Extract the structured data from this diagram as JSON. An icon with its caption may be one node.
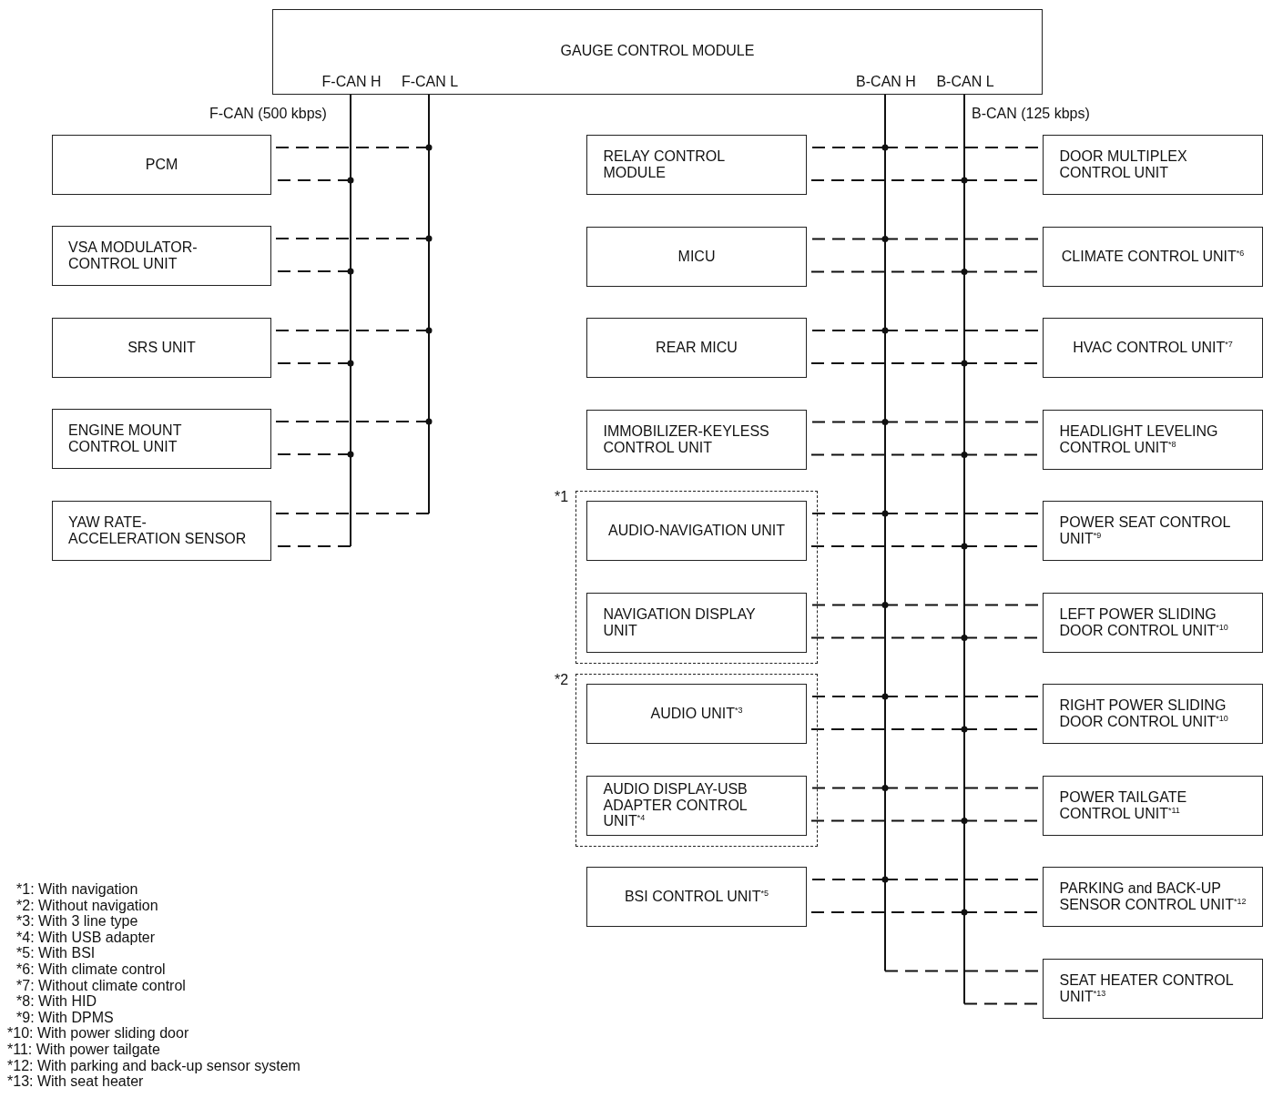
{
  "diagram": {
    "nodes": [
      {
        "text": [
          "GAUGE CONTROL MODULE",
          "F-CAN H",
          "F-CAN L",
          "B-CAN H",
          "B-CAN L"
        ]
      },
      {
        "text": [
          "PCM"
        ]
      },
      {
        "text": [
          "VSA MODULATOR-CONTROL UNIT"
        ]
      },
      {
        "text": [
          "SRS UNIT"
        ]
      },
      {
        "text": [
          "ENGINE MOUNT CONTROL UNIT"
        ]
      },
      {
        "text": [
          "YAW RATE-ACCELERATION SENSOR"
        ]
      },
      {
        "text": [
          "RELAY CONTROL MODULE"
        ]
      },
      {
        "text": [
          "MICU"
        ]
      },
      {
        "text": [
          "REAR MICU"
        ]
      },
      {
        "text": [
          "IMMOBILIZER-KEYLESS CONTROL UNIT"
        ]
      },
      {
        "text": [
          "*1"
        ]
      },
      {
        "text": [
          "AUDIO-NAVIGATION UNIT"
        ],
        "in": 10
      },
      {
        "text": [
          "NAVIGATION DISPLAY UNIT"
        ],
        "in": 10
      },
      {
        "text": [
          "*2"
        ]
      },
      {
        "text": [
          "AUDIO UNIT$^{*3}$"
        ],
        "in": 13
      },
      {
        "text": [
          "AUDIO DISPLAY-USB ADAPTER CONTROL UNIT$^{*4}$"
        ],
        "in": 13
      },
      {
        "text": [
          "BSI CONTROL UNIT$^{*5}$"
        ]
      },
      {
        "text": [
          "DOOR MULTIPLEX CONTROL UNIT"
        ]
      },
      {
        "text": [
          "CLIMATE CONTROL UNIT$^{*6}$"
        ]
      },
      {
        "text": [
          "HVAC CONTROL UNIT$^{*7}$"
        ]
      },
      {
        "text": [
          "HEADLIGHT LEVELING CONTROL UNIT$^{*8}$"
        ]
      },
      {
        "text": [
          "POWER SEAT CONTROL UNIT$^{*9}$"
        ]
      },
      {
        "text": [
          "LEFT POWER SLIDING DOOR CONTROL UNIT$^{*10}$"
        ]
      },
      {
        "text": [
          "RIGHT POWER SLIDING DOOR CONTROL UNIT$^{*10}$"
        ]
      },
      {
        "text": [
          "POWER TAILGATE CONTROL UNIT$^{*11}$"
        ]
      },
      {
        "text": [
          "PARKING and BACK-UP SENSOR CONTROL UNIT$^{*12}$"
        ]
      },
      {
        "text": [
          "SEAT HEATER CONTROL UNIT$^{*13}$"
        ]
      }
    ],
    "edges": [
      {
        "from": 0,
        "to": 1,
        "arrow": "none"
      },
      {
        "from": 0,
        "to": 1,
        "arrow": "none"
      },
      {
        "from": 0,
        "to": 2,
        "arrow": "none"
      },
      {
        "from": 0,
        "to": 2,
        "arrow": "none"
      },
      {
        "from": 0,
        "to": 3,
        "arrow": "none"
      },
      {
        "from": 0,
        "to": 3,
        "arrow": "none"
      },
      {
        "from": 0,
        "to": 4,
        "arrow": "none"
      },
      {
        "from": 0,
        "to": 4,
        "arrow": "none"
      },
      {
        "from": 0,
        "to": 5,
        "arrow": "none"
      },
      {
        "from": 0,
        "to": 5,
        "arrow": "none"
      },
      {
        "from": 0,
        "to": 6,
        "arrow": "none"
      },
      {
        "from": 0,
        "to": 6,
        "arrow": "none"
      },
      {
        "from": 0,
        "to": 7,
        "arrow": "none"
      },
      {
        "from": 0,
        "to": 7,
        "arrow": "none"
      },
      {
        "from": 0,
        "to": 8,
        "arrow": "none"
      },
      {
        "from": 0,
        "to": 8,
        "arrow": "none"
      },
      {
        "from": 0,
        "to": 9,
        "arrow": "none"
      },
      {
        "from": 0,
        "to": 9,
        "arrow": "none"
      },
      {
        "from": 0,
        "to": 11,
        "arrow": "none"
      },
      {
        "from": 0,
        "to": 11,
        "arrow": "none"
      },
      {
        "from": 0,
        "to": 12,
        "arrow": "none"
      },
      {
        "from": 0,
        "to": 12,
        "arrow": "none"
      },
      {
        "from": 0,
        "to": 14,
        "arrow": "none"
      },
      {
        "from": 0,
        "to": 14,
        "arrow": "none"
      },
      {
        "from": 0,
        "to": 15,
        "arrow": "none"
      },
      {
        "from": 0,
        "to": 15,
        "arrow": "none"
      },
      {
        "from": 0,
        "to": 16,
        "arrow": "none"
      },
      {
        "from": 0,
        "to": 16,
        "arrow": "none"
      },
      {
        "from": 0,
        "to": 17,
        "arrow": "none"
      },
      {
        "from": 0,
        "to": 17,
        "arrow": "none"
      },
      {
        "from": 0,
        "to": 18,
        "arrow": "none"
      },
      {
        "from": 0,
        "to": 18,
        "arrow": "none"
      },
      {
        "from": 0,
        "to": 19,
        "arrow": "none"
      },
      {
        "from": 0,
        "to": 19,
        "arrow": "none"
      },
      {
        "from": 0,
        "to": 20,
        "arrow": "none"
      },
      {
        "from": 0,
        "to": 20,
        "arrow": "none"
      },
      {
        "from": 0,
        "to": 21,
        "arrow": "none"
      },
      {
        "from": 0,
        "to": 21,
        "arrow": "none"
      },
      {
        "from": 0,
        "to": 22,
        "arrow": "none"
      },
      {
        "from": 0,
        "to": 22,
        "arrow": "none"
      },
      {
        "from": 0,
        "to": 23,
        "arrow": "none"
      },
      {
        "from": 0,
        "to": 23,
        "arrow": "none"
      },
      {
        "from": 0,
        "to": 24,
        "arrow": "none"
      },
      {
        "from": 0,
        "to": 24,
        "arrow": "none"
      },
      {
        "from": 0,
        "to": 25,
        "arrow": "none"
      },
      {
        "from": 0,
        "to": 25,
        "arrow": "none"
      },
      {
        "from": 0,
        "to": 26,
        "arrow": "none"
      },
      {
        "from": 0,
        "to": 26,
        "arrow": "none"
      }
    ],
    "labels": [
      "F-CAN (500 kbps)",
      "B-CAN (125 kbps)",
      "*1: With navigation",
      "*2: Without navigation",
      "*3: With 3 line type",
      "*4: With USB adapter",
      "*5: With BSI",
      "*6: With climate control",
      "*7: Without climate control",
      "*8: With HID",
      "*9: With DPMS",
      "*10: With power sliding door",
      "*11: With power tailgate",
      "*12: With parking and back-up sensor system",
      "*13: With seat heater"
    ]
  }
}
